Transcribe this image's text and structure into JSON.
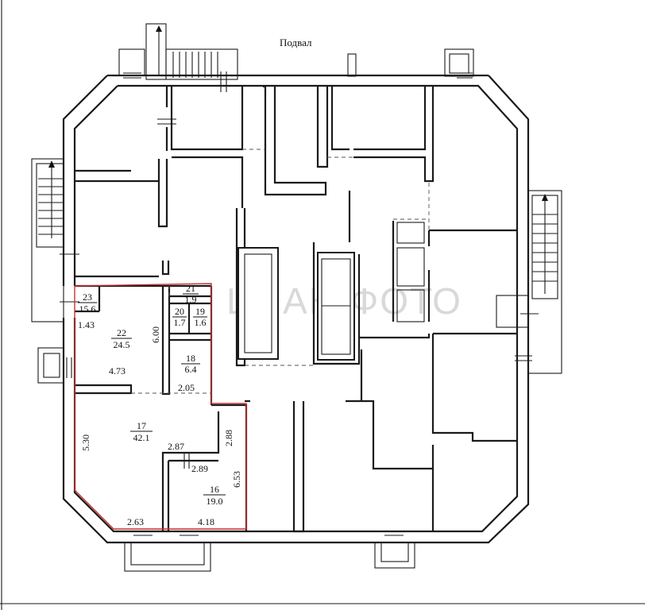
{
  "floor_title": "Подвал",
  "watermark": "ЦИАН-ФОТО",
  "rooms": [
    {
      "num": "23",
      "area": "15.6"
    },
    {
      "num": "21",
      "area": "1.9"
    },
    {
      "num": "20",
      "area": "1.7"
    },
    {
      "num": "19",
      "area": "1.6"
    },
    {
      "num": "22",
      "area": "24.5"
    },
    {
      "num": "18",
      "area": "6.4"
    },
    {
      "num": "17",
      "area": "42.1"
    },
    {
      "num": "16",
      "area": "19.0"
    }
  ],
  "dimensions": [
    "1.43",
    "6.00",
    "4.73",
    "2.05",
    "5.30",
    "2.87",
    "2.88",
    "2.89",
    "6.53",
    "2.63",
    "4.18"
  ]
}
